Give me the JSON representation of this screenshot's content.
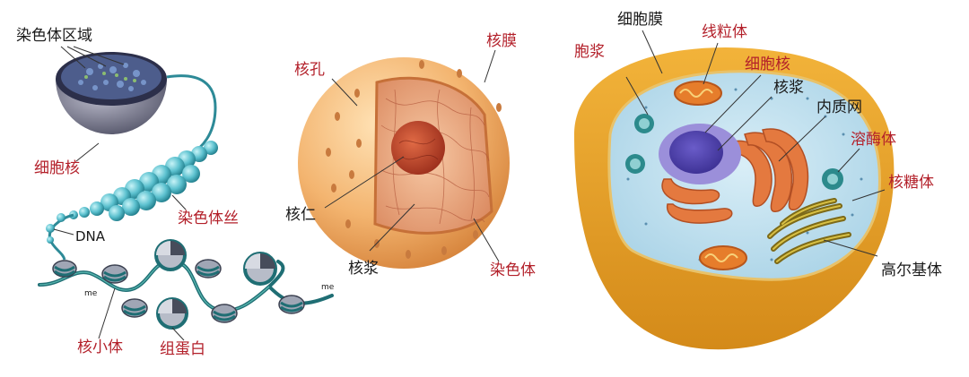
{
  "colors": {
    "label_red": "#b3202a",
    "label_black": "#1a1a1a",
    "leader_line": "#333333"
  },
  "panels": [
    {
      "id": "chromatin",
      "labels": {
        "chromatin_region": "染色体区域",
        "nucleus": "细胞核",
        "chromosome_fiber": "染色体丝",
        "dna": "DNA",
        "nucleosome": "核小体",
        "histone": "组蛋白",
        "me_mark": "me"
      }
    },
    {
      "id": "nucleus",
      "labels": {
        "nuclear_pore": "核孔",
        "nuclear_membrane": "核膜",
        "nucleolus": "核仁",
        "nucleoplasm": "核浆",
        "chromosome": "染色体"
      }
    },
    {
      "id": "cell",
      "labels": {
        "cell_membrane": "细胞膜",
        "mitochondrion": "线粒体",
        "cytoplasm": "胞浆",
        "nucleus": "细胞核",
        "nucleoplasm": "核浆",
        "endoplasmic_reticulum": "内质网",
        "lysosome": "溶酶体",
        "ribosome": "核糖体",
        "golgi": "高尔基体"
      }
    }
  ]
}
